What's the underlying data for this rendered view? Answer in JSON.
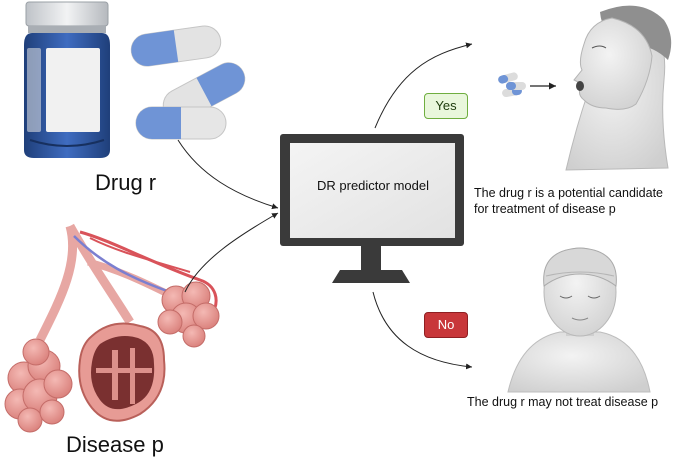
{
  "inputs": {
    "drug_label": "Drug r",
    "disease_label": "Disease p"
  },
  "model": {
    "label": "DR predictor model"
  },
  "outcomes": {
    "yes": {
      "badge": "Yes",
      "line1": "The drug r is a potential candidate",
      "line2": "for treatment of disease p",
      "color": "#6fae3f"
    },
    "no": {
      "badge": "No",
      "text": "The drug r may not treat disease p",
      "color": "#c8373a"
    }
  },
  "icons": [
    "pill-bottle-icon",
    "capsule-icon",
    "lung-alveoli-icon",
    "monitor-icon",
    "patient-taking-pill-icon",
    "patient-head-bandage-icon",
    "arrow-icon"
  ]
}
